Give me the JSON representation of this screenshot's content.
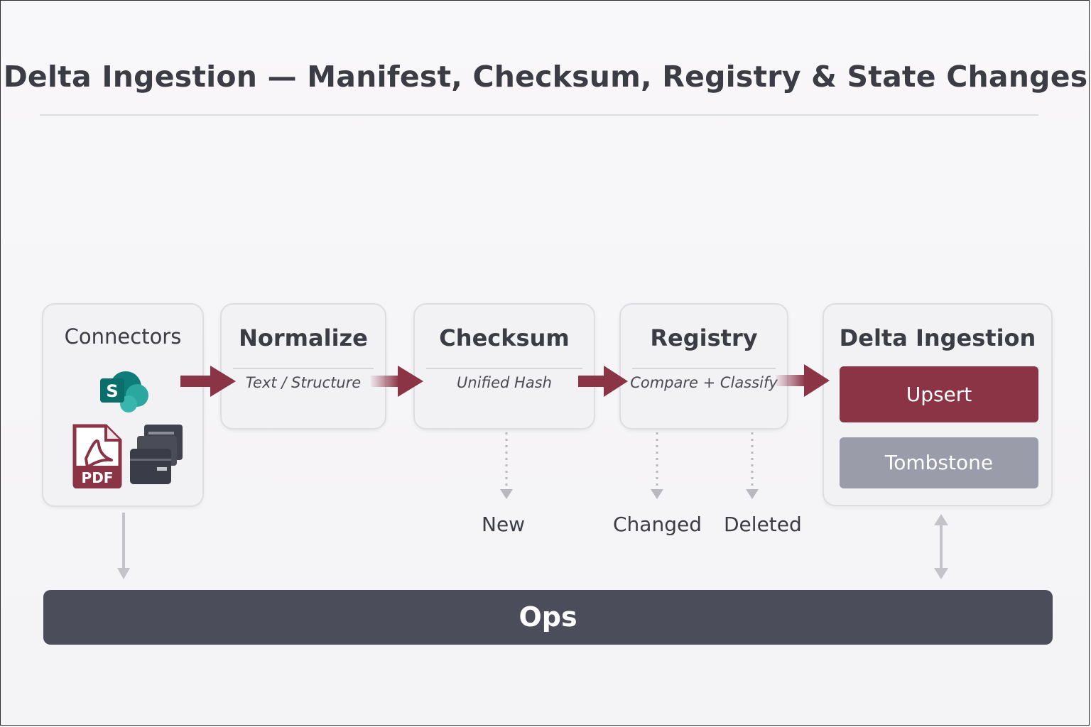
{
  "title": "Delta Ingestion — Manifest, Checksum, Registry & State Changes",
  "stages": {
    "connectors": {
      "title": "Connectors",
      "pdf_label": "PDF",
      "sharepoint_letter": "S"
    },
    "normalize": {
      "title": "Normalize",
      "sub": "Text / Structure"
    },
    "checksum": {
      "title": "Checksum",
      "sub": "Unified Hash"
    },
    "registry": {
      "title": "Registry",
      "sub": "Compare + Classify"
    },
    "delta": {
      "title": "Delta Ingestion",
      "upsert": "Upsert",
      "tombstone": "Tombstone"
    }
  },
  "outputs": {
    "new": "New",
    "changed": "Changed",
    "deleted": "Deleted"
  },
  "ops": {
    "label": "Ops"
  },
  "colors": {
    "accent": "#8a3446",
    "tombstone": "#9a9ca9",
    "ops_bar": "#4b4d5a",
    "sharepoint": "#1a8f8a"
  }
}
